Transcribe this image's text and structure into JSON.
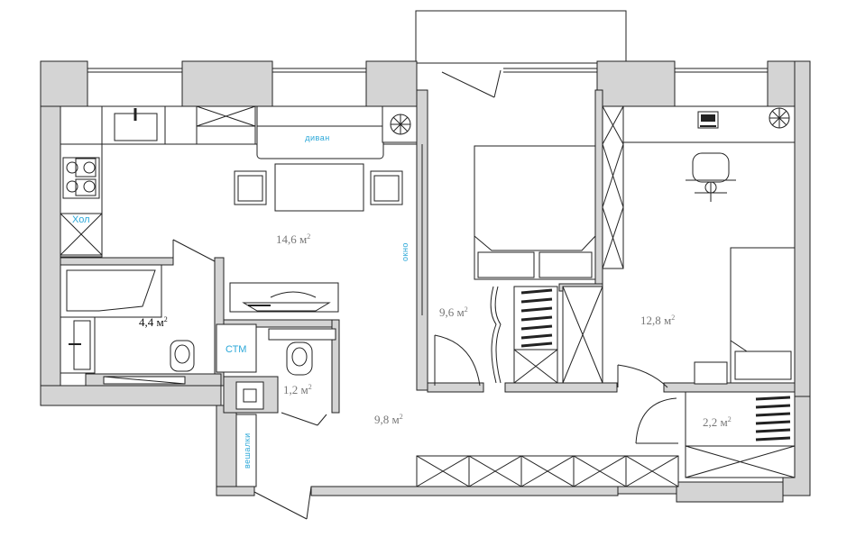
{
  "rooms": {
    "living": {
      "area": "14,6 м",
      "sup": "2"
    },
    "bath": {
      "area": "4,4 м",
      "sup": "2"
    },
    "wc": {
      "area": "1,2 м",
      "sup": "2"
    },
    "bedroom": {
      "area": "9,6 м",
      "sup": "2"
    },
    "hall": {
      "area": "9,8 м",
      "sup": "2"
    },
    "study": {
      "area": "12,8 м",
      "sup": "2"
    },
    "closet": {
      "area": "2,2 м",
      "sup": "2"
    }
  },
  "labels": {
    "sofa": "диван",
    "fridge": "Хол",
    "washer": "СТМ",
    "window": "окно",
    "hangers": "вешалки"
  }
}
